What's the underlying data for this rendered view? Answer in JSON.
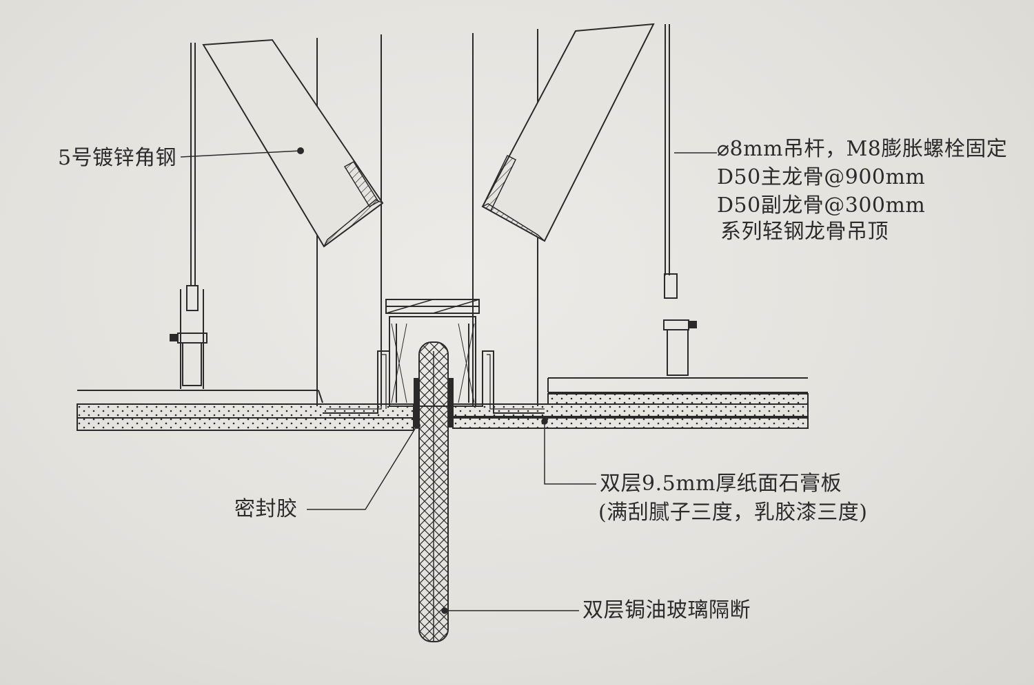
{
  "labels": {
    "angle_steel": "5号镀锌角钢",
    "hanger": "⌀8mm吊杆，M8膨胀螺栓固定",
    "main_keel": "D50主龙骨@900mm",
    "sub_keel": "D50副龙骨@300mm",
    "ceiling_system": "系列轻钢龙骨吊顶",
    "gypsum_board": "双层9.5mm厚纸面石膏板",
    "finish": "(满刮腻子三度，乳胶漆三度)",
    "sealant": "密封胶",
    "glass_partition": "双层锔油玻璃隔断"
  },
  "colors": {
    "line": "#2a2a2a",
    "paper": "#e4e2dd"
  }
}
